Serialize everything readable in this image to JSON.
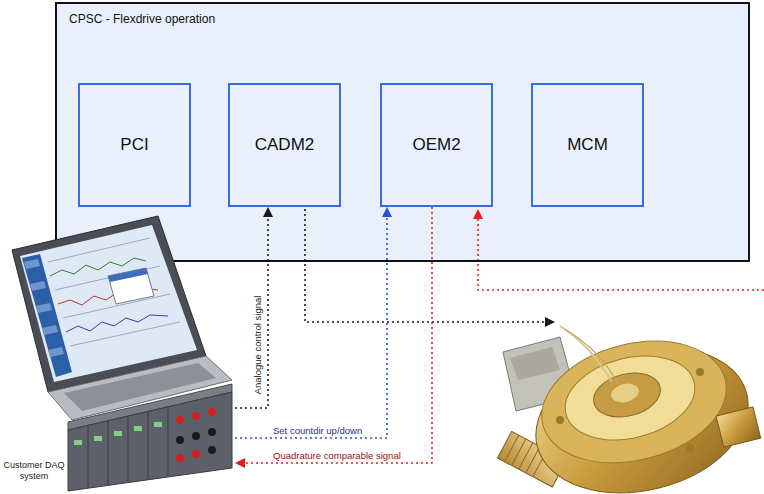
{
  "diagram": {
    "nodes": [
      {
        "text": [
          "CPSC - Flexdrive operation"
        ]
      },
      {
        "text": [
          "PCI"
        ],
        "in": 0
      },
      {
        "text": [
          "CADM2"
        ],
        "in": 0
      },
      {
        "text": [
          "OEM2"
        ],
        "in": 0
      },
      {
        "text": [
          "MCM"
        ],
        "in": 0
      },
      {
        "text": [
          "Customer DAQ system"
        ]
      }
    ],
    "edges": [
      {
        "from": 5,
        "to": 2,
        "arrow": "to",
        "label": "Analogue control signal"
      },
      {
        "from": 5,
        "to": 3,
        "arrow": "to",
        "label": "Set countdir up/down"
      },
      {
        "from": 3,
        "to": 5,
        "arrow": "to",
        "label": "Quadrature comparable signal"
      }
    ]
  }
}
